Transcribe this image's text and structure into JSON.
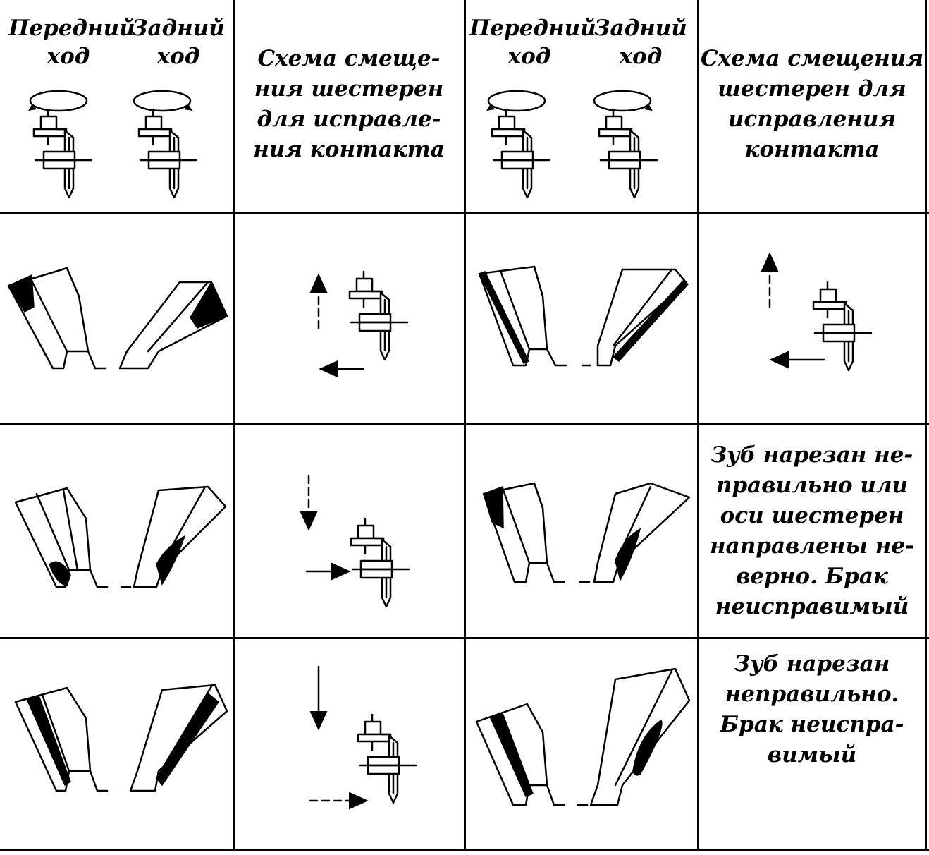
{
  "header": {
    "col1_forward": "Передний\nход",
    "col1_reverse": "Задний\nход",
    "col2_title": "Схема смеще-\nния шестерен\nдля исправле-\nния контакта",
    "col3_forward": "Передний\nход",
    "col3_reverse": "Задний\nход",
    "col4_title": "Схема смещения\nшестерен для\nисправления\nконтакта"
  },
  "rows": [
    {
      "note": ""
    },
    {
      "note": "Зуб нарезан не-\nправильно или\nоси шестерен\nнаправлены не-\nверно. Брак\nнеисправимый"
    },
    {
      "note": "Зуб нарезан\nнеправильно.\nБрак неиспра-\nвимый"
    }
  ]
}
